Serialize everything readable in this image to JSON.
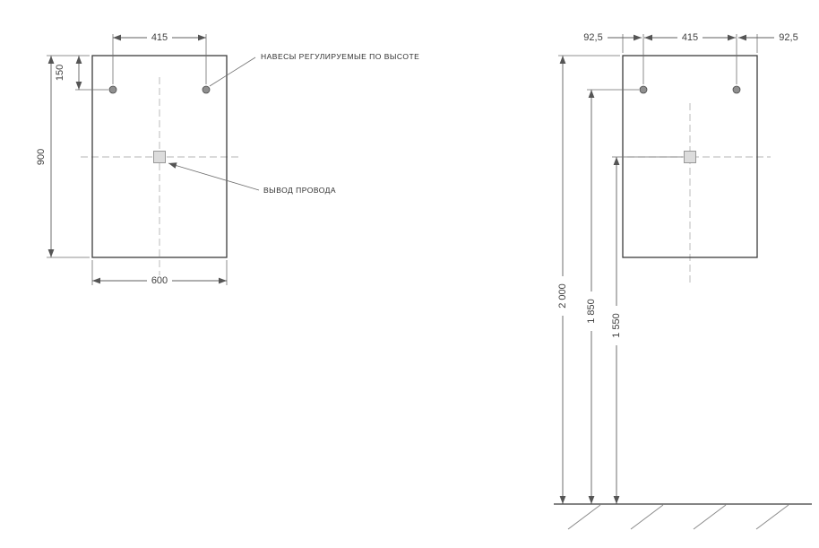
{
  "labels": {
    "hangers": "НАВЕСЫ РЕГУЛИРУЕМЫЕ ПО ВЫСОТЕ",
    "wire": "ВЫВОД ПРОВОДА"
  },
  "front_view": {
    "dims": {
      "hanger_spacing": "415",
      "hanger_top_offset": "150",
      "height": "900",
      "width": "600"
    }
  },
  "install_view": {
    "dims": {
      "left_offset": "92,5",
      "hanger_spacing": "415",
      "right_offset": "92,5",
      "height_top": "2 000",
      "height_hanger": "1 850",
      "height_wire": "1 550"
    }
  },
  "colors": {
    "outline": "#3c3c3c",
    "dimension": "#5f5f5f",
    "centerline": "#b4b4b4",
    "hanger_fill": "#8f8f8f",
    "socket_fill": "#dcdcdc"
  }
}
